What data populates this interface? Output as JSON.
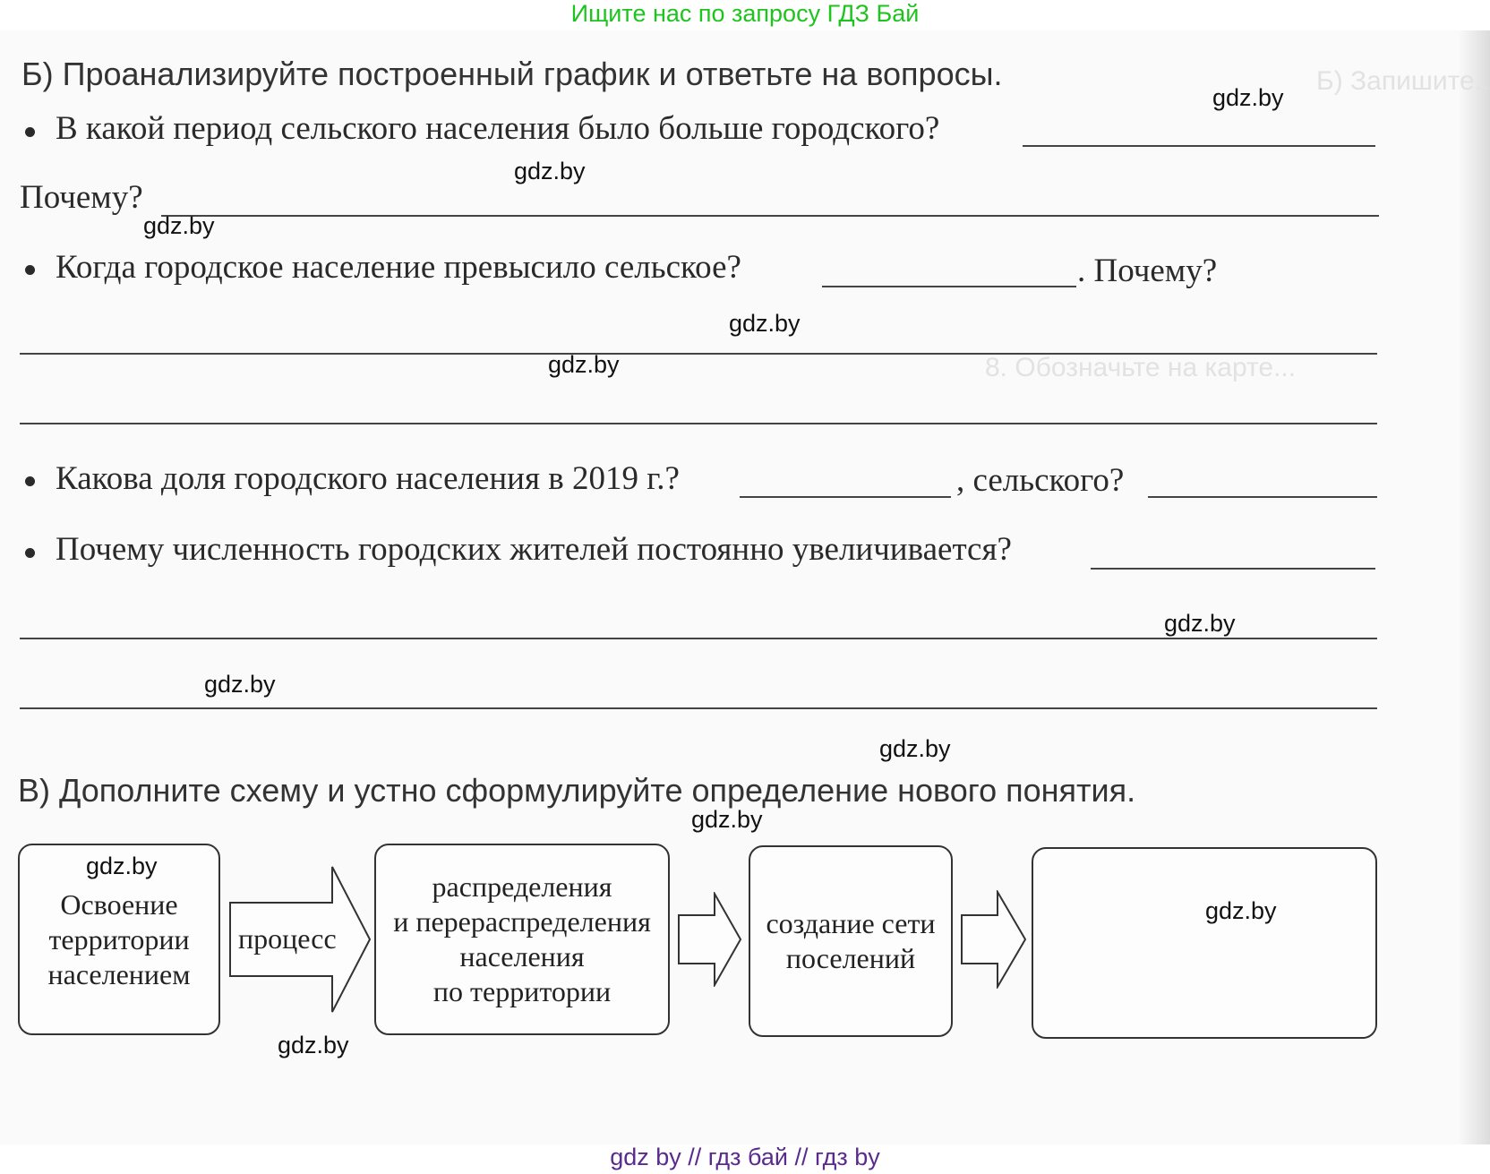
{
  "top_banner": "Ищите нас по запросу ГДЗ Бай",
  "section_b": {
    "heading": "Б) Проанализируйте построенный график и ответьте на вопросы.",
    "q1": "В какой период сельского населения было больше городского?",
    "q1_why": "Почему?",
    "q2": "Когда городское население превысило сельское?",
    "q2_why": ". Почему?",
    "q3": "Какова доля городского населения в 2019 г.?",
    "q3_rural": ", сельского?",
    "q4": "Почему численность городских жителей постоянно увеличивается?"
  },
  "section_c": {
    "heading": "В) Дополните схему и устно сформулируйте определение нового понятия.",
    "box1": "Освоение\nтерритории\nнаселением",
    "arrow1_label": "процесс",
    "box2": "распределения\nи перераспределения\nнаселения\nпо территории",
    "box3": "создание сети\nпоселений",
    "box4": ""
  },
  "watermark": "gdz.by",
  "footer": "gdz by  //  гдз бай  //  гдз by"
}
